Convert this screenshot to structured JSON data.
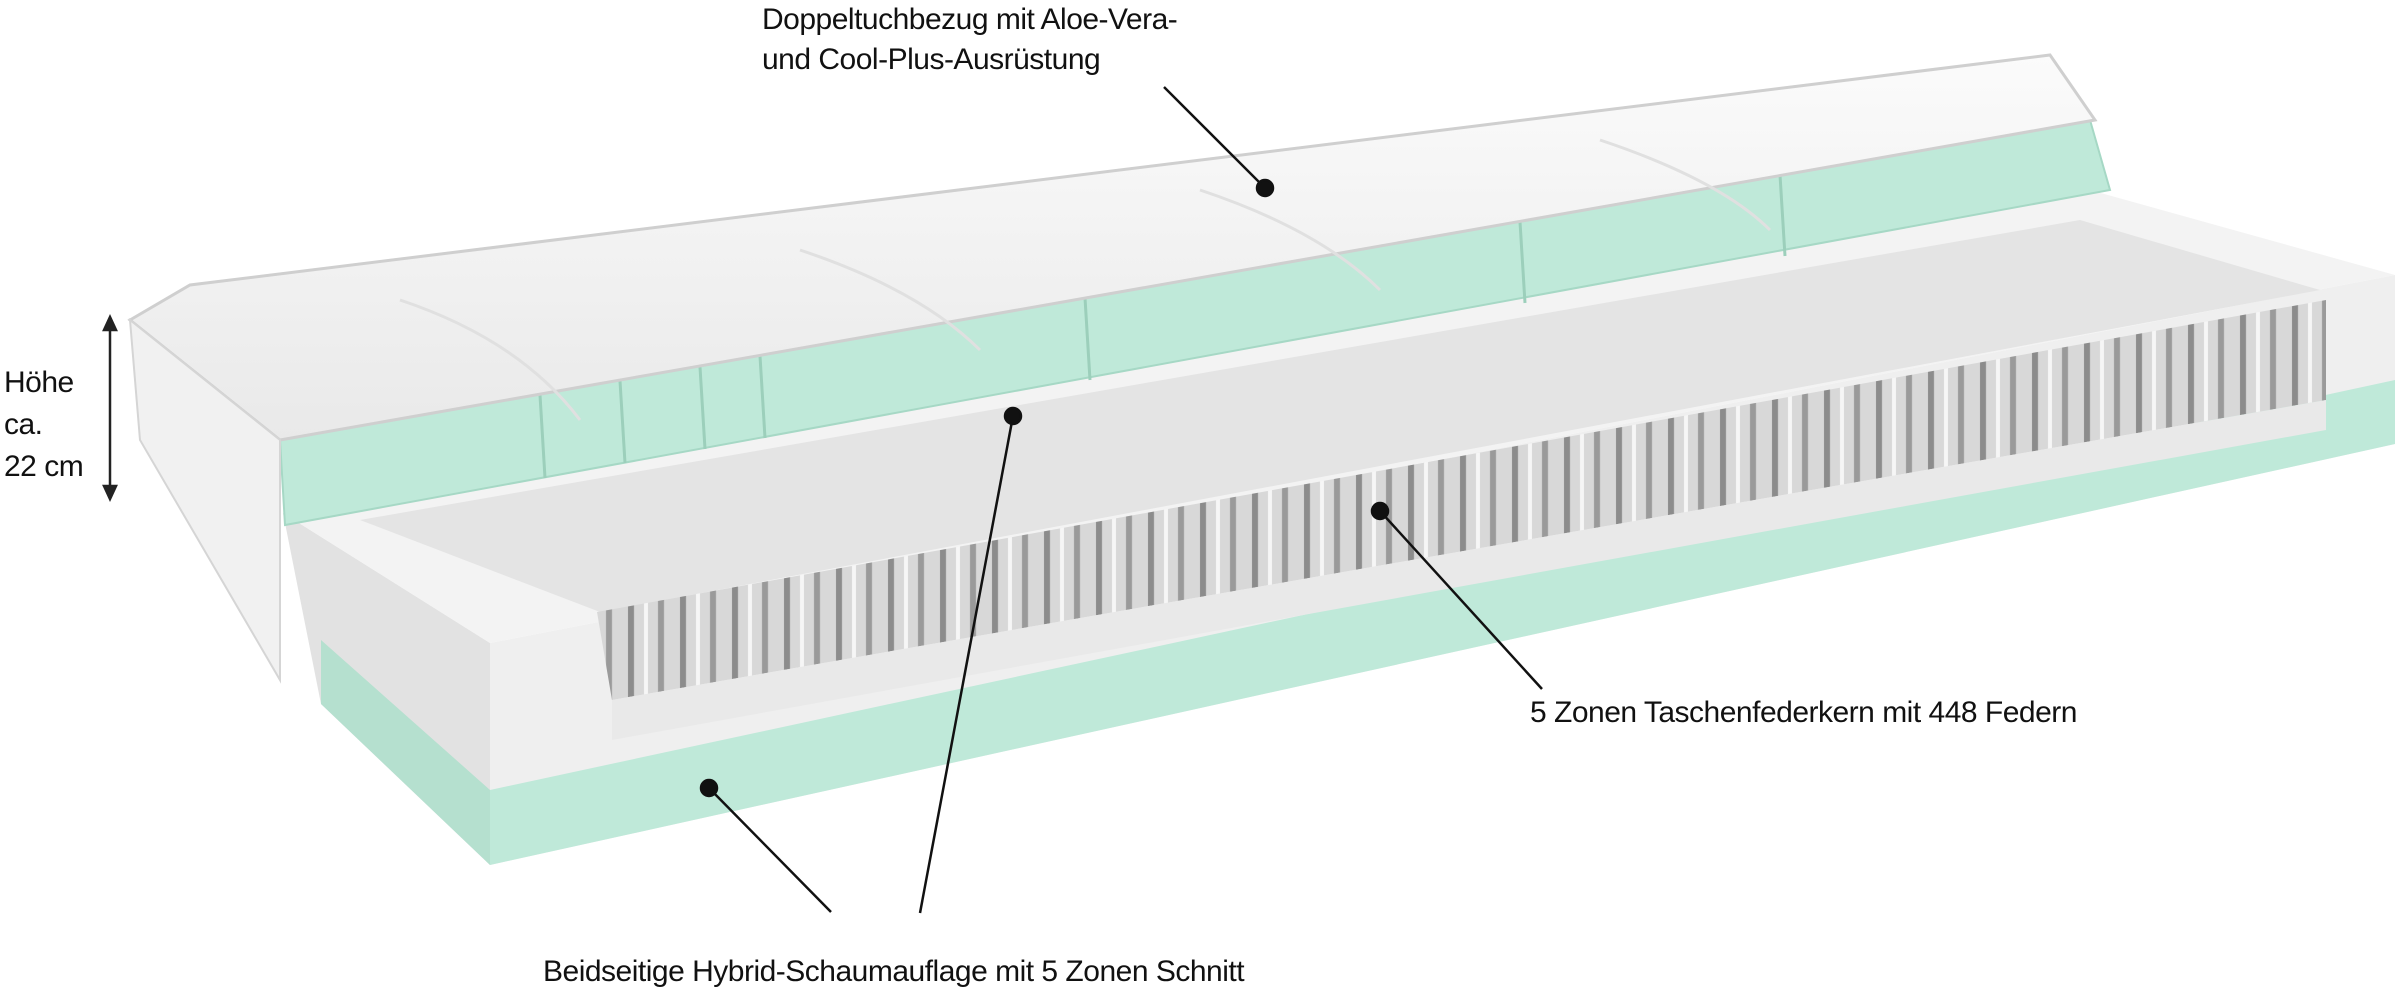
{
  "labels": {
    "cover_line1": "Doppeltuchbezug mit Aloe-Vera-",
    "cover_line2": "und Cool-Plus-Ausrüstung",
    "height_line1": "Höhe",
    "height_line2": "ca.",
    "height_line3": "22 cm",
    "core": "5 Zonen Taschenfederkern mit 448 Federn",
    "foam": "Beidseitige Hybrid-Schaumauflage mit 5 Zonen Schnitt"
  },
  "colors": {
    "foam_green": "#bfe9d9",
    "cover_white": "#f4f4f4",
    "core_white": "#ececec",
    "springs_gray": "#b9b9b9"
  }
}
